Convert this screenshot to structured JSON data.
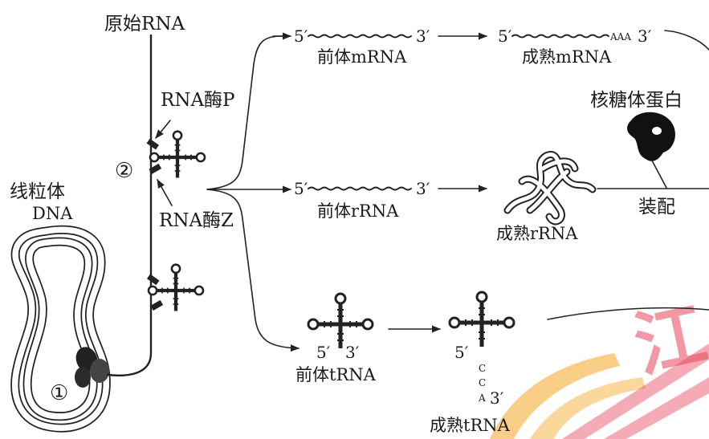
{
  "labels": {
    "original_rna": "原始RNA",
    "rnase_p": "RNA酶P",
    "rnase_z": "RNA酶Z",
    "step1": "①",
    "step2": "②",
    "mito_dna_line1": "线粒体",
    "mito_dna_line2": "DNA",
    "pre_mrna": "前体mRNA",
    "mature_mrna": "成熟mRNA",
    "ribosomal_protein": "核糖体蛋白",
    "pre_rrna": "前体rRNA",
    "mature_rrna": "成熟rRNA",
    "assembly": "装配",
    "pre_trna": "前体tRNA",
    "mature_trna": "成熟tRNA",
    "five_prime": "5′",
    "three_prime": "3′",
    "poly_a": "AAA",
    "cca": [
      "C",
      "C",
      "A"
    ]
  },
  "watermark": {
    "text": "江",
    "colors": {
      "stripe": "#e8455a",
      "band": "#f5a623"
    }
  },
  "colors": {
    "ink": "#222222",
    "background": "#ffffff"
  }
}
